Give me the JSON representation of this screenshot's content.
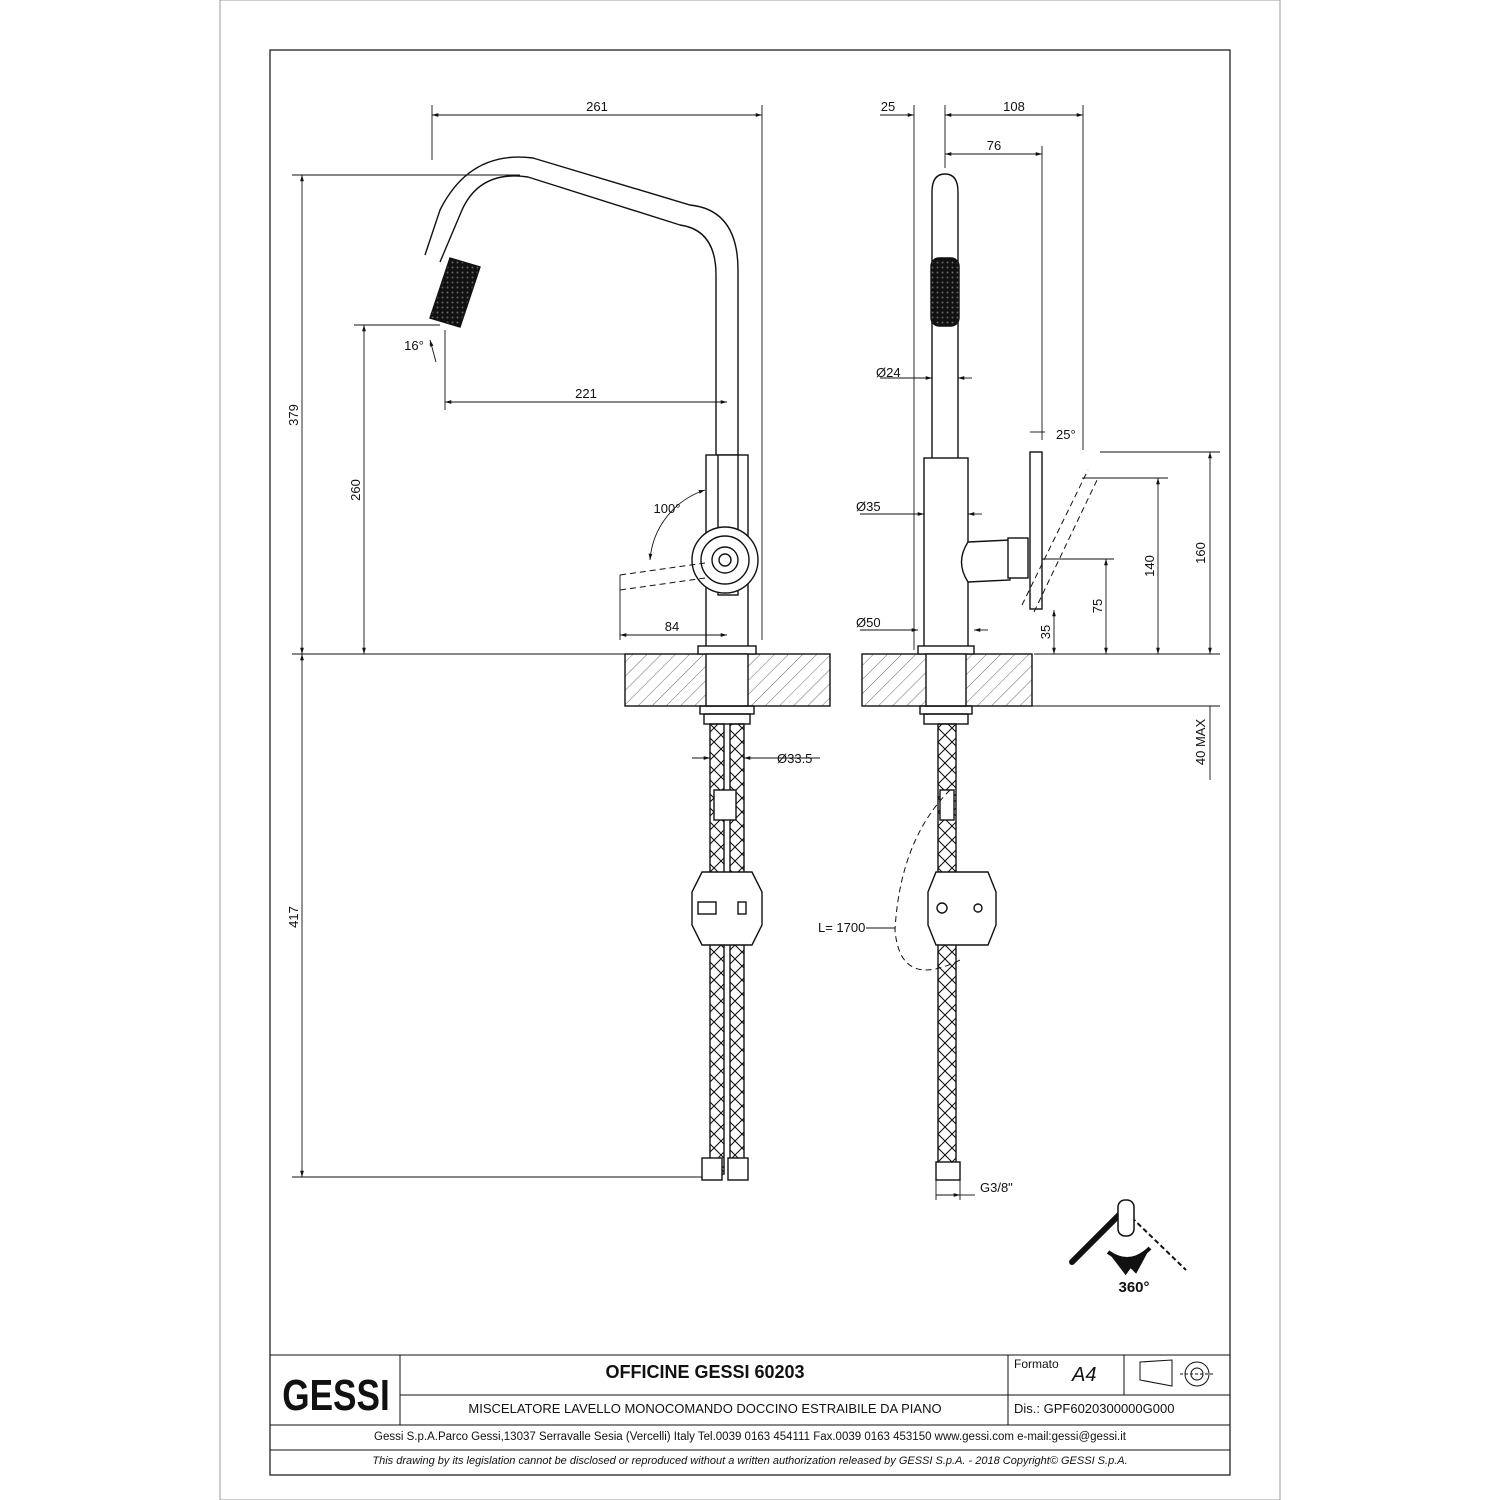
{
  "dimensions": {
    "front": {
      "width_total": "261",
      "height_total": "379",
      "outlet_height": "260",
      "outlet_reach": "221",
      "lever_reach": "84",
      "outlet_angle": "16°",
      "lever_rotation": "100°",
      "hose_diameter": "Ø33.5",
      "below_deck": "417"
    },
    "side": {
      "offset_top": "25",
      "depth_total": "108",
      "lever_depth": "76",
      "spout_diameter": "Ø24",
      "body_diameter": "Ø35",
      "base_diameter": "Ø50",
      "lever_tilt": "25°",
      "h160": "160",
      "h140": "140",
      "h75": "75",
      "h35": "35",
      "deck_thickness": "40 MAX",
      "hose_length": "L= 1700",
      "connection": "G3/8\""
    },
    "swivel": "360°"
  },
  "title_block": {
    "logo": "GESSI",
    "title": "OFFICINE GESSI 60203",
    "subtitle": "MISCELATORE LAVELLO MONOCOMANDO DOCCINO ESTRAIBILE DA PIANO",
    "format_label": "Formato",
    "format_value": "A4",
    "drawing_number": "Dis.: GPF6020300000G000",
    "address": "Gessi S.p.A.Parco Gessi,13037 Serravalle Sesia (Vercelli) Italy Tel.0039 0163 454111 Fax.0039 0163 453150 www.gessi.com e-mail:gessi@gessi.it",
    "disclaimer": "This drawing by its legislation cannot be disclosed or reproduced without a written authorization released by GESSI S.p.A. - 2018 Copyright© GESSI S.p.A."
  }
}
